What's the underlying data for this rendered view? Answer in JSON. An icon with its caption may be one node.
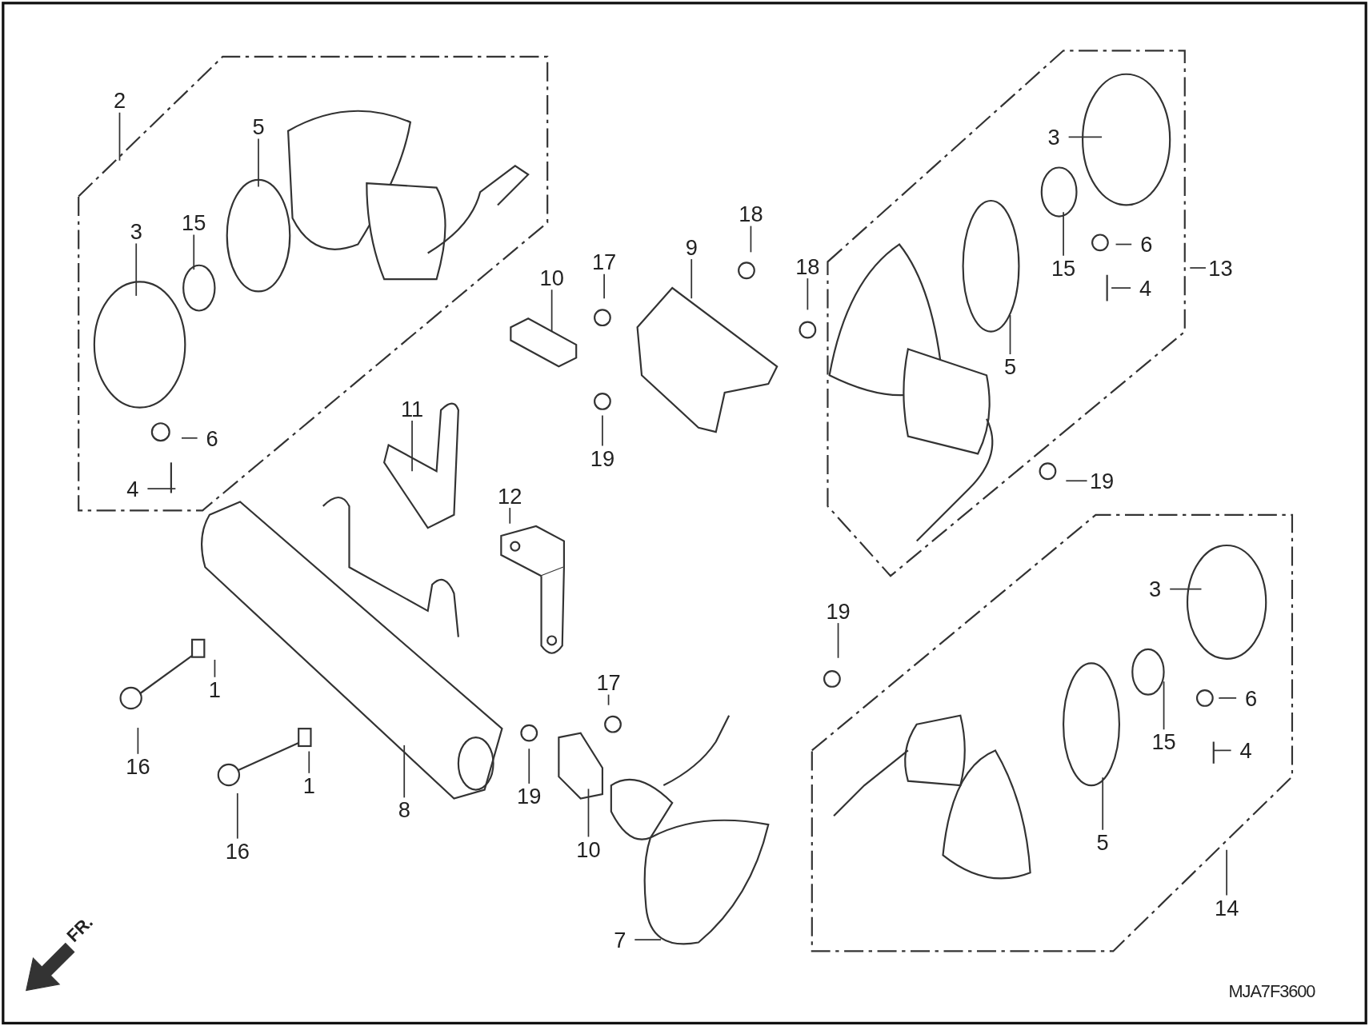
{
  "diagram": {
    "nodes": [
      {
        "text": [
          "2"
        ]
      },
      {
        "text": [
          "5"
        ]
      },
      {
        "text": [
          "3"
        ]
      },
      {
        "text": [
          "15"
        ]
      },
      {
        "text": [
          "6"
        ]
      },
      {
        "text": [
          "4"
        ]
      },
      {
        "text": [
          "10"
        ]
      },
      {
        "text": [
          "17"
        ]
      },
      {
        "text": [
          "9"
        ]
      },
      {
        "text": [
          "18"
        ]
      },
      {
        "text": [
          "18"
        ]
      },
      {
        "text": [
          "11"
        ]
      },
      {
        "text": [
          "19"
        ]
      },
      {
        "text": [
          "12"
        ]
      },
      {
        "text": [
          "1"
        ]
      },
      {
        "text": [
          "16"
        ]
      },
      {
        "text": [
          "1"
        ]
      },
      {
        "text": [
          "16"
        ]
      },
      {
        "text": [
          "8"
        ]
      },
      {
        "text": [
          "17"
        ]
      },
      {
        "text": [
          "19"
        ]
      },
      {
        "text": [
          "10"
        ]
      },
      {
        "text": [
          "7"
        ]
      },
      {
        "text": [
          "3"
        ]
      },
      {
        "text": [
          "6"
        ]
      },
      {
        "text": [
          "4"
        ]
      },
      {
        "text": [
          "15"
        ]
      },
      {
        "text": [
          "13"
        ]
      },
      {
        "text": [
          "5"
        ]
      },
      {
        "text": [
          "19"
        ]
      },
      {
        "text": [
          "19"
        ]
      },
      {
        "text": [
          "3"
        ]
      },
      {
        "text": [
          "6"
        ]
      },
      {
        "text": [
          "15"
        ]
      },
      {
        "text": [
          "4"
        ]
      },
      {
        "text": [
          "5"
        ]
      },
      {
        "text": [
          "14"
        ]
      },
      {
        "text": [],
        "shape": "picture"
      }
    ],
    "edges": [
      {
        "from": 0,
        "to": null,
        "arrow": "none"
      },
      {
        "from": 1,
        "to": null,
        "arrow": "none"
      },
      {
        "from": 2,
        "to": null,
        "arrow": "none"
      },
      {
        "from": 3,
        "to": null,
        "arrow": "none"
      },
      {
        "from": 4,
        "to": null,
        "arrow": "none"
      },
      {
        "from": 5,
        "to": null,
        "arrow": "none"
      },
      {
        "from": 6,
        "to": null,
        "arrow": "none"
      },
      {
        "from": 7,
        "to": null,
        "arrow": "none"
      },
      {
        "from": 8,
        "to": null,
        "arrow": "none"
      },
      {
        "from": 9,
        "to": null,
        "arrow": "none"
      },
      {
        "from": 10,
        "to": null,
        "arrow": "none"
      },
      {
        "from": 11,
        "to": null,
        "arrow": "none"
      },
      {
        "from": 12,
        "to": null,
        "arrow": "none"
      },
      {
        "from": 13,
        "to": 37,
        "arrow": "none"
      },
      {
        "from": 14,
        "to": null,
        "arrow": "none"
      },
      {
        "from": 15,
        "to": null,
        "arrow": "none"
      },
      {
        "from": 16,
        "to": null,
        "arrow": "none"
      },
      {
        "from": 17,
        "to": null,
        "arrow": "none"
      },
      {
        "from": 18,
        "to": null,
        "arrow": "none"
      },
      {
        "from": 19,
        "to": null,
        "arrow": "none"
      },
      {
        "from": 20,
        "to": null,
        "arrow": "none"
      },
      {
        "from": 21,
        "to": null,
        "arrow": "none"
      },
      {
        "from": 22,
        "to": null,
        "arrow": "none"
      },
      {
        "from": 23,
        "to": null,
        "arrow": "none"
      },
      {
        "from": 24,
        "to": null,
        "arrow": "none"
      },
      {
        "from": 25,
        "to": null,
        "arrow": "none"
      },
      {
        "from": 26,
        "to": null,
        "arrow": "none"
      },
      {
        "from": 27,
        "to": null,
        "arrow": "none"
      },
      {
        "from": 28,
        "to": null,
        "arrow": "none"
      },
      {
        "from": 29,
        "to": null,
        "arrow": "none"
      },
      {
        "from": 30,
        "to": null,
        "arrow": "none"
      },
      {
        "from": 31,
        "to": null,
        "arrow": "none"
      },
      {
        "from": 32,
        "to": null,
        "arrow": "none"
      },
      {
        "from": 33,
        "to": null,
        "arrow": "none"
      },
      {
        "from": 34,
        "to": null,
        "arrow": "none"
      },
      {
        "from": 35,
        "to": null,
        "arrow": "none"
      },
      {
        "from": 36,
        "to": null,
        "arrow": "none"
      }
    ],
    "labels": [
      "FR.",
      "MJA7F3600"
    ]
  }
}
